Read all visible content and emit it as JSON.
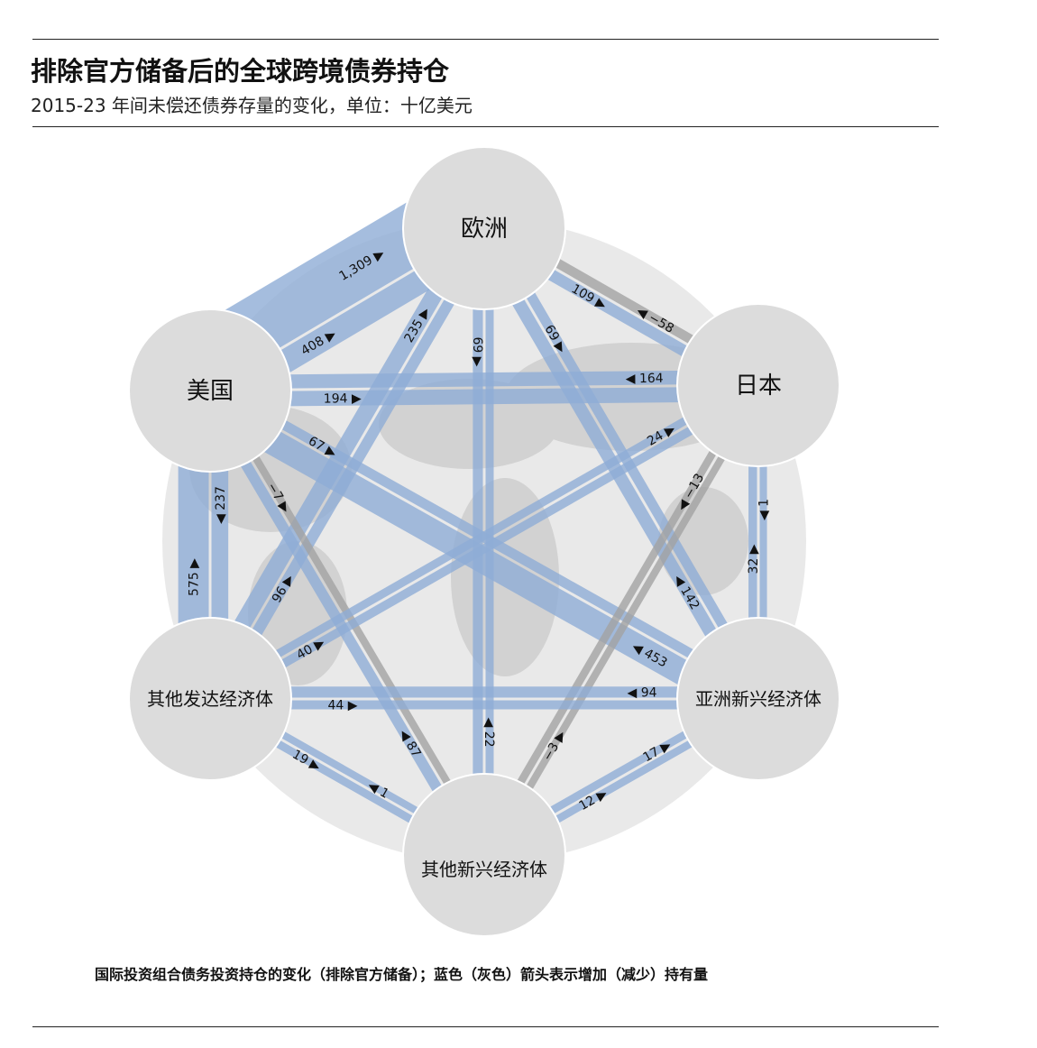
{
  "title": "排除官方储备后的全球跨境债券持仓",
  "subtitle": "2015-23 年间未偿还债券存量的变化，单位：十亿美元",
  "note": "国际投资组合债务投资持仓的变化（排除官方储备）；蓝色（灰色）箭头表示增加（减少）持有量",
  "colors": {
    "increase": "#8fadd6",
    "decrease": "#a3a3a3",
    "node": "#dcdcdc",
    "globe": "#e9e9e9"
  },
  "nodes": [
    {
      "id": "eu",
      "label": "欧洲"
    },
    {
      "id": "us",
      "label": "美国"
    },
    {
      "id": "jp",
      "label": "日本"
    },
    {
      "id": "oad",
      "label": "其他发达经济体"
    },
    {
      "id": "aem",
      "label": "亚洲新兴经济体"
    },
    {
      "id": "oem",
      "label": "其他新兴经济体"
    }
  ],
  "flows": [
    {
      "from": "us",
      "to": "eu",
      "value": 1309,
      "label": "1,309"
    },
    {
      "from": "us",
      "to": "eu",
      "value": 408,
      "label": "408"
    },
    {
      "from": "eu",
      "to": "jp",
      "value": 109,
      "label": "109"
    },
    {
      "from": "jp",
      "to": "eu",
      "value": -58,
      "label": "−58"
    },
    {
      "from": "oad",
      "to": "eu",
      "value": 235,
      "label": "235"
    },
    {
      "from": "oad",
      "to": "eu",
      "value": 96,
      "label": "96"
    },
    {
      "from": "eu",
      "to": "oem",
      "value": 69,
      "label": "69"
    },
    {
      "from": "oem",
      "to": "eu",
      "value": 22,
      "label": "22"
    },
    {
      "from": "eu",
      "to": "aem",
      "value": 69,
      "label": "69"
    },
    {
      "from": "aem",
      "to": "eu",
      "value": 142,
      "label": "142"
    },
    {
      "from": "jp",
      "to": "us",
      "value": 164,
      "label": "164"
    },
    {
      "from": "us",
      "to": "jp",
      "value": 194,
      "label": "194"
    },
    {
      "from": "us",
      "to": "oad",
      "value": 237,
      "label": "237"
    },
    {
      "from": "oad",
      "to": "us",
      "value": 575,
      "label": "575"
    },
    {
      "from": "us",
      "to": "oem",
      "value": -7,
      "label": "−7"
    },
    {
      "from": "oem",
      "to": "us",
      "value": 87,
      "label": "87"
    },
    {
      "from": "us",
      "to": "aem",
      "value": 67,
      "label": "67"
    },
    {
      "from": "aem",
      "to": "us",
      "value": 453,
      "label": "453"
    },
    {
      "from": "oad",
      "to": "jp",
      "value": 24,
      "label": "24"
    },
    {
      "from": "oad",
      "to": "jp",
      "value": 40,
      "label": "40"
    },
    {
      "from": "jp",
      "to": "aem",
      "value": 1,
      "label": "1"
    },
    {
      "from": "aem",
      "to": "jp",
      "value": 32,
      "label": "32"
    },
    {
      "from": "jp",
      "to": "oem",
      "value": -13,
      "label": "−13"
    },
    {
      "from": "oem",
      "to": "jp",
      "value": -3,
      "label": "−3"
    },
    {
      "from": "aem",
      "to": "oad",
      "value": 94,
      "label": "94"
    },
    {
      "from": "oad",
      "to": "aem",
      "value": 44,
      "label": "44"
    },
    {
      "from": "oad",
      "to": "oem",
      "value": 19,
      "label": "19"
    },
    {
      "from": "oem",
      "to": "oad",
      "value": 1,
      "label": "1"
    },
    {
      "from": "oem",
      "to": "aem",
      "value": 17,
      "label": "17"
    },
    {
      "from": "oem",
      "to": "aem",
      "value": 12,
      "label": "12"
    }
  ]
}
